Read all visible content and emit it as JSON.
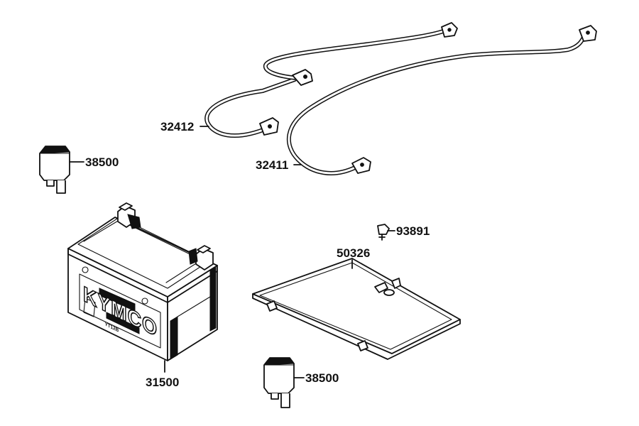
{
  "parts": {
    "relay_upper": "38500",
    "relay_lower": "38500",
    "cable_positive": "32412",
    "cable_negative": "32411",
    "bolt": "93891",
    "cover": "50326",
    "battery": "31500"
  },
  "battery_markings": {
    "brand": "KYMCO",
    "model": "YT12B"
  }
}
